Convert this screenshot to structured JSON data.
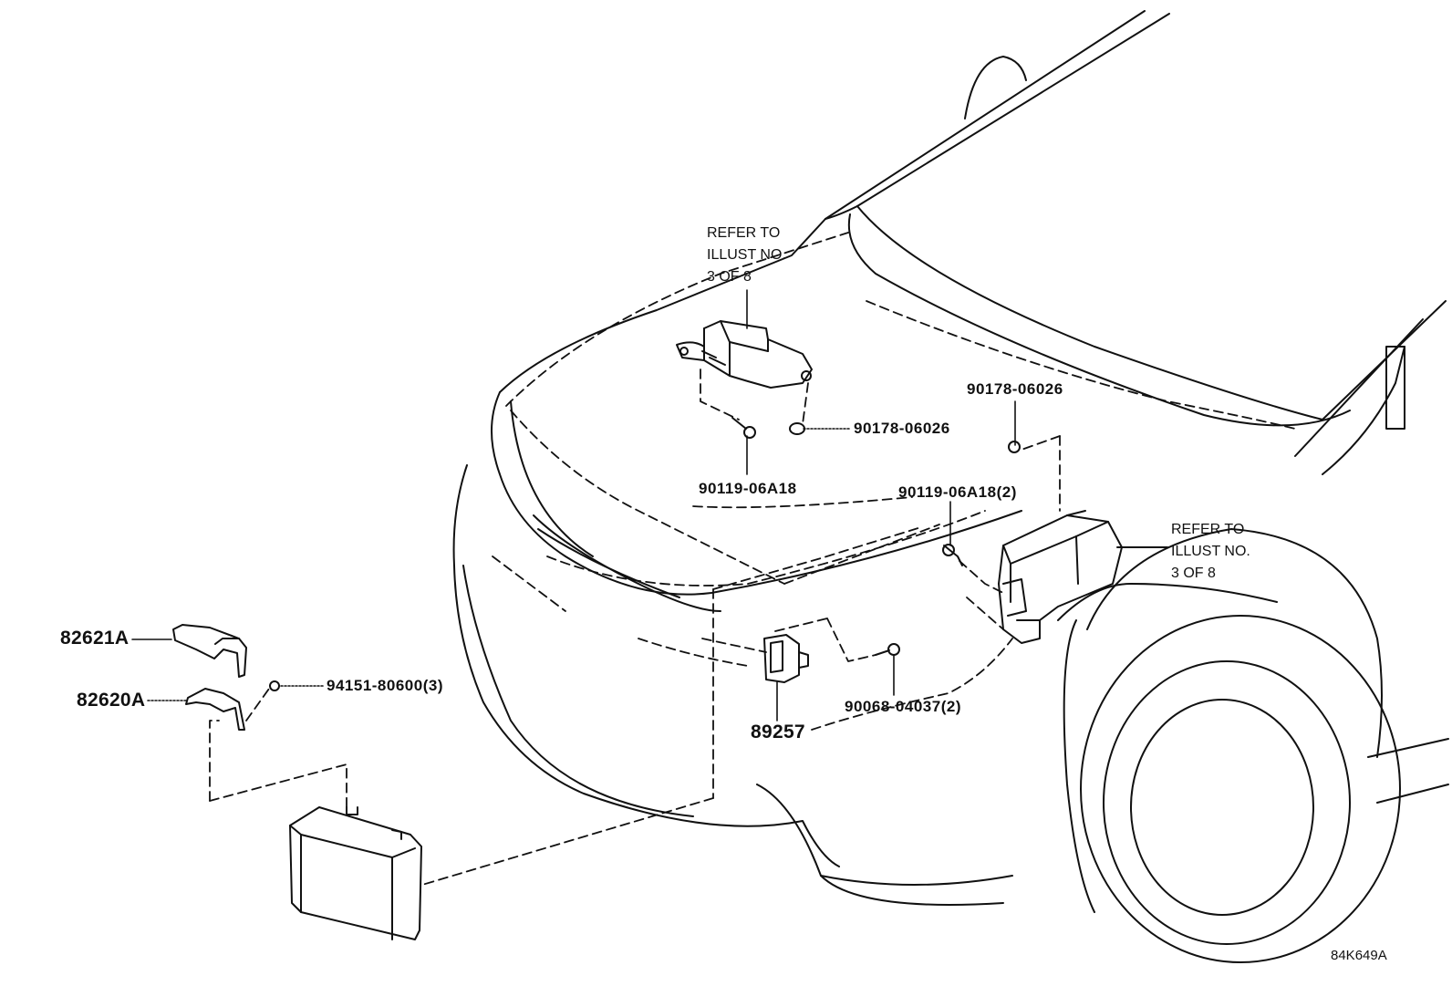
{
  "refer_notes": {
    "top": "REFER TO\nILLUST NO.\n3 OF 8",
    "right": "REFER TO\nILLUST NO.\n3 OF 8"
  },
  "parts": {
    "p90178_a": "90178-06026",
    "p90119_a": "90119-06A18",
    "p90178_b": "90178-06026",
    "p90119_b": "90119-06A18(2)",
    "p82621A": "82621A",
    "p82620A": "82620A",
    "p94151": "94151-80600(3)",
    "p90068": "90068-04037(2)",
    "p89257": "89257"
  },
  "illustration_code": "84K649A",
  "colors": {
    "line": "#111111",
    "background": "#ffffff"
  }
}
